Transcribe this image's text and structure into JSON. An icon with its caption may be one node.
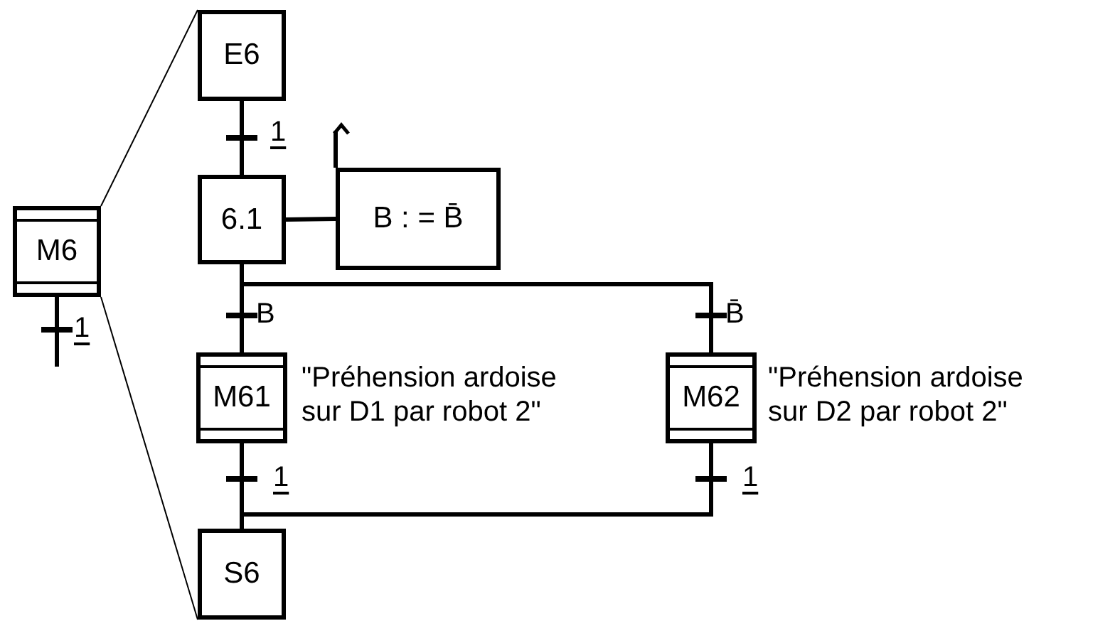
{
  "diagram": {
    "nodes": [
      {
        "text": [
          "M6"
        ]
      },
      {
        "text": [
          "E6"
        ]
      },
      {
        "text": [
          "6.1"
        ]
      },
      {
        "text": [
          "B : = B̄"
        ]
      },
      {
        "text": [
          "M61"
        ],
        "beside": [
          "\"Préhension ardoise sur D1 par robot 2\""
        ]
      },
      {
        "text": [
          "M62"
        ],
        "beside": [
          "\"Préhension ardoise sur D2 par robot 2\""
        ]
      },
      {
        "text": [
          "S6"
        ]
      }
    ],
    "edges": [
      {
        "from": 1,
        "to": 2,
        "arrow": "none",
        "label": "1"
      },
      {
        "from": 2,
        "to": 3,
        "arrow": "none"
      },
      {
        "from": 3,
        "to": null,
        "arrow": "to"
      },
      {
        "from": 2,
        "to": 4,
        "arrow": "none",
        "label": "B"
      },
      {
        "from": 2,
        "to": 5,
        "arrow": "none",
        "label": "B̄"
      },
      {
        "from": 4,
        "to": 6,
        "arrow": "none",
        "label": "1"
      },
      {
        "from": 5,
        "to": 6,
        "arrow": "none",
        "label": "1"
      },
      {
        "from": 0,
        "to": null,
        "arrow": "none",
        "label": "1"
      },
      {
        "from": 0,
        "to": 1,
        "arrow": "none"
      },
      {
        "from": 0,
        "to": 6,
        "arrow": "none"
      }
    ]
  }
}
